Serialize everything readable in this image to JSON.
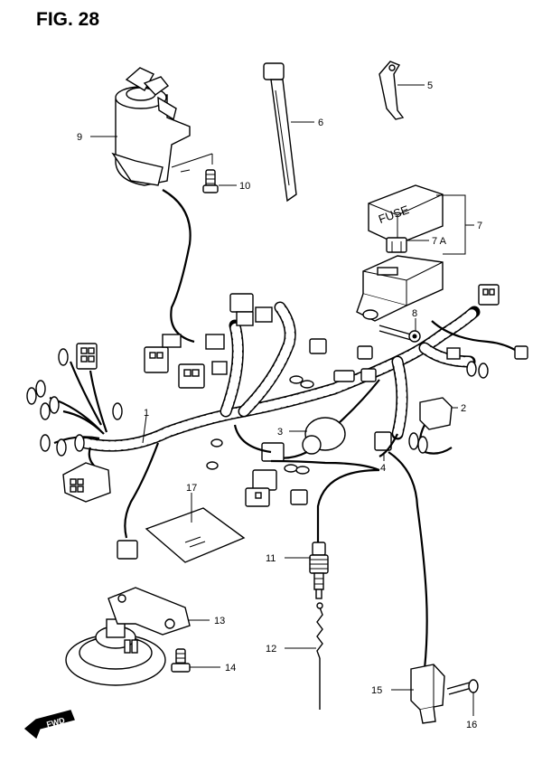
{
  "figure": {
    "title": "FIG. 28"
  },
  "callouts": {
    "p1": "1",
    "p2": "2",
    "p3": "3",
    "p4": "4",
    "p5": "5",
    "p6": "6",
    "p7": "7",
    "p7a": "7 A",
    "p8": "8",
    "p9": "9",
    "p10": "10",
    "p11": "11",
    "p12": "12",
    "p13": "13",
    "p14": "14",
    "p15": "15",
    "p16": "16",
    "p17": "17"
  },
  "labels": {
    "fuse_box_text": "FUSE",
    "forward_arrow": "FWD"
  }
}
